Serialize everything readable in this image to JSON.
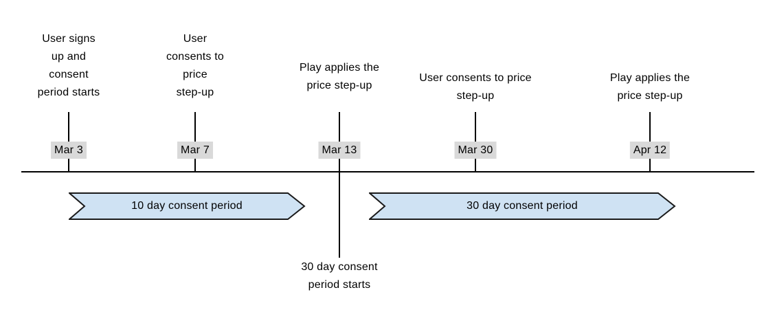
{
  "colors": {
    "background": "#ffffff",
    "line": "#000000",
    "text": "#000000",
    "date_badge_bg": "#d9d9d9",
    "period_fill": "#cfe2f3",
    "period_stroke": "#1a1a1a"
  },
  "timeline": {
    "events": [
      {
        "date": "Mar 3",
        "label": "User signs\nup and\nconsent\nperiod starts"
      },
      {
        "date": "Mar 7",
        "label": "User\nconsents to\nprice\nstep-up"
      },
      {
        "date": "Mar 13",
        "label": "Play applies the\nprice step-up"
      },
      {
        "date": "Mar 30",
        "label": "User consents to price\nstep-up"
      },
      {
        "date": "Apr 12",
        "label": "Play applies the\nprice step-up"
      }
    ],
    "periods": [
      {
        "label": "10 day consent period"
      },
      {
        "label": "30 day consent period"
      }
    ],
    "annotation": {
      "label": "30 day consent\nperiod starts"
    }
  }
}
